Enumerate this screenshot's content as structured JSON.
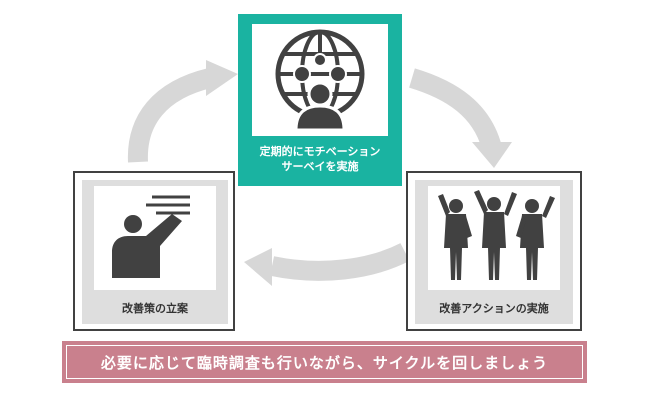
{
  "steps": {
    "survey": {
      "line1": "定期的にモチベーション",
      "line2": "サーベイを実施"
    },
    "planning": {
      "label": "改善策の立案"
    },
    "action": {
      "label": "改善アクションの実施"
    }
  },
  "banner": {
    "text": "必要に応じて臨時調査も行いながら、サイクルを回しましょう"
  },
  "colors": {
    "teal": "#1ab3a1",
    "arrow_gray": "#d7d7d7",
    "frame_gray": "#dedede",
    "icon_dark": "#414141",
    "banner_pink": "#c9808d"
  },
  "icons": {
    "survey": "globe-person-icon",
    "planning": "presenter-icon",
    "action": "cheering-people-icon"
  }
}
